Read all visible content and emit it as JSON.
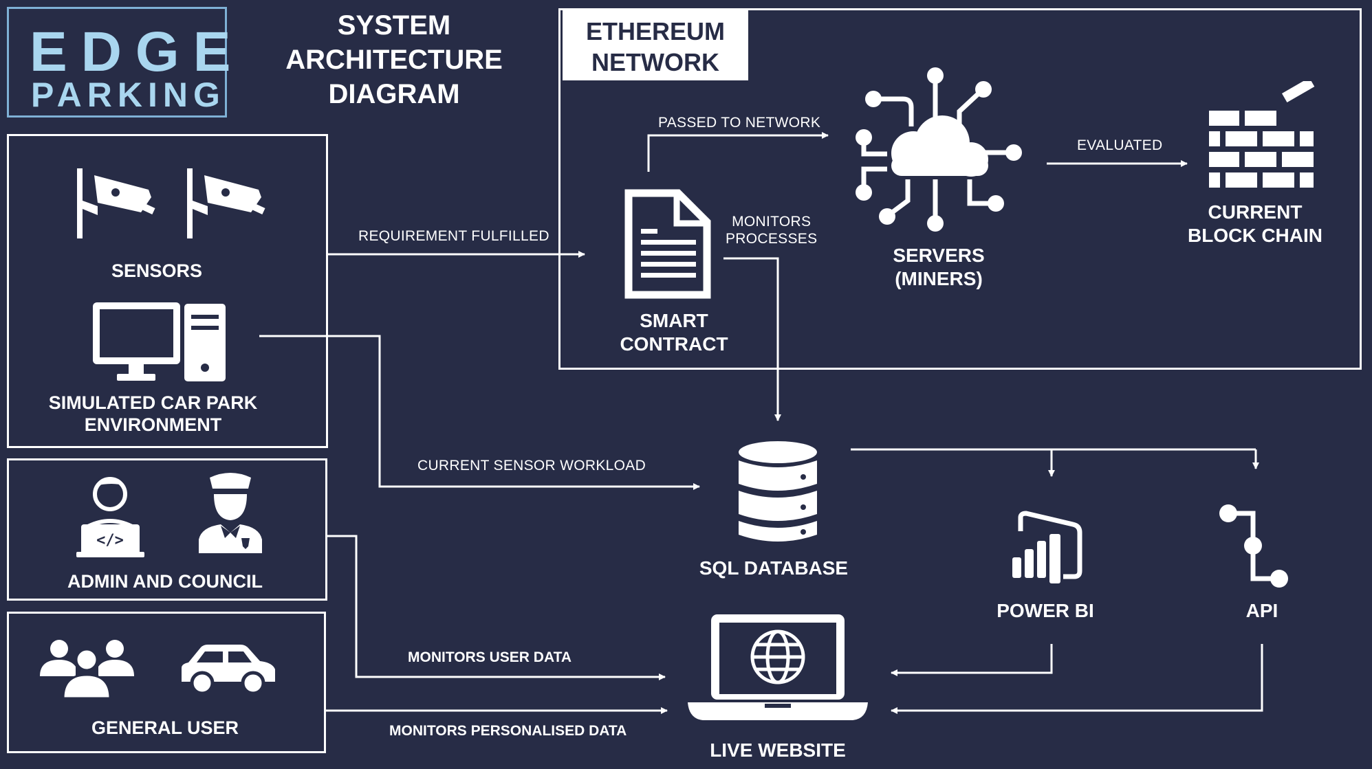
{
  "logo": {
    "line1": "EDGE",
    "line2": "PARKING"
  },
  "title": {
    "line1": "SYSTEM",
    "line2": "ARCHITECTURE",
    "line3": "DIAGRAM"
  },
  "ethereum": {
    "line1": "ETHEREUM",
    "line2": "NETWORK"
  },
  "nodes": {
    "sensors": "SENSORS",
    "car_park": {
      "line1": "SIMULATED CAR PARK",
      "line2": "ENVIRONMENT"
    },
    "admin": "ADMIN AND COUNCIL",
    "general_user": "GENERAL USER",
    "smart_contract": {
      "line1": "SMART",
      "line2": "CONTRACT"
    },
    "servers": {
      "line1": "SERVERS",
      "line2": "(MINERS)"
    },
    "blockchain": {
      "line1": "CURRENT",
      "line2": "BLOCK CHAIN"
    },
    "sql": "SQL DATABASE",
    "power_bi": "POWER BI",
    "api": "API",
    "website": "LIVE WEBSITE"
  },
  "edges": {
    "requirement": "REQUIREMENT FULFILLED",
    "passed": "PASSED TO NETWORK",
    "evaluated": "EVALUATED",
    "monitors_proc": {
      "line1": "MONITORS",
      "line2": "PROCESSES"
    },
    "workload": "CURRENT SENSOR WORKLOAD",
    "user_data": "MONITORS USER DATA",
    "personal_data": "MONITORS PERSONALISED DATA"
  },
  "icon_codes": {
    "code": "</>"
  },
  "colors": {
    "background": "#272c46",
    "foreground": "#ffffff",
    "logo": "#a9d6ef"
  }
}
